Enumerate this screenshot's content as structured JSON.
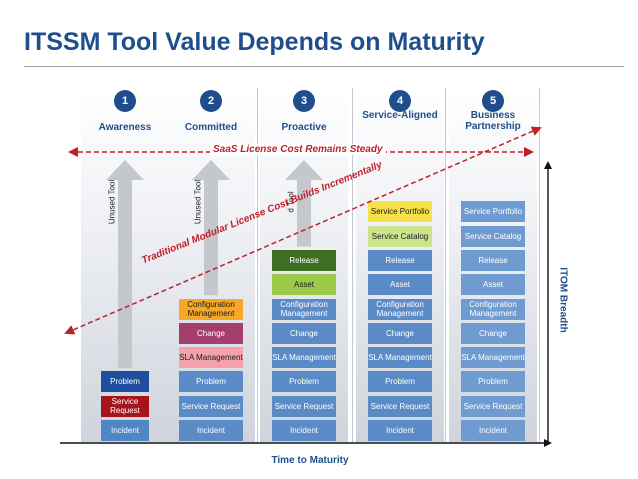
{
  "title": "ITSSM Tool Value Depends on Maturity",
  "stages": [
    {
      "number": "1",
      "label": "Awareness",
      "unused": "Unused Tool",
      "boxes": [
        {
          "label": "Problem",
          "color": "#1f4e9e",
          "text": "#ffffff"
        },
        {
          "label": "Service Request",
          "color": "#a6141b",
          "text": "#ffffff"
        },
        {
          "label": "Incident",
          "color": "#4f86c6",
          "text": "#ffffff"
        }
      ]
    },
    {
      "number": "2",
      "label": "Committed",
      "unused": "Unused Tool",
      "boxes": [
        {
          "label": "Configuration Management",
          "color": "#f6a828",
          "text": "#1a1a1a"
        },
        {
          "label": "Change",
          "color": "#a43e6e",
          "text": "#ffffff"
        },
        {
          "label": "SLA Management",
          "color": "#f3a2ac",
          "text": "#1a1a1a"
        },
        {
          "label": "Problem",
          "color": "#5b8bc7",
          "text": "#ffffff"
        },
        {
          "label": "Service Request",
          "color": "#5b8bc7",
          "text": "#ffffff"
        },
        {
          "label": "Incident",
          "color": "#5b8bc7",
          "text": "#ffffff"
        }
      ]
    },
    {
      "number": "3",
      "label": "Proactive",
      "unused": "d Tool",
      "boxes": [
        {
          "label": "Release",
          "color": "#3d6e22",
          "text": "#ffffff"
        },
        {
          "label": "Asset",
          "color": "#9ccb4b",
          "text": "#1a1a1a"
        },
        {
          "label": "Configuration Management",
          "color": "#5b8bc7",
          "text": "#ffffff"
        },
        {
          "label": "Change",
          "color": "#5b8bc7",
          "text": "#ffffff"
        },
        {
          "label": "SLA Management",
          "color": "#5b8bc7",
          "text": "#ffffff"
        },
        {
          "label": "Problem",
          "color": "#5b8bc7",
          "text": "#ffffff"
        },
        {
          "label": "Service Request",
          "color": "#5b8bc7",
          "text": "#ffffff"
        },
        {
          "label": "Incident",
          "color": "#5b8bc7",
          "text": "#ffffff"
        }
      ]
    },
    {
      "number": "4",
      "label": "Service-Aligned",
      "unused": "",
      "boxes": [
        {
          "label": "Service Portfolio",
          "color": "#f7e14a",
          "text": "#1a1a1a"
        },
        {
          "label": "Service Catalog",
          "color": "#cde48f",
          "text": "#1a1a1a"
        },
        {
          "label": "Release",
          "color": "#5b8bc7",
          "text": "#ffffff"
        },
        {
          "label": "Asset",
          "color": "#5b8bc7",
          "text": "#ffffff"
        },
        {
          "label": "Configuration Management",
          "color": "#5b8bc7",
          "text": "#ffffff"
        },
        {
          "label": "Change",
          "color": "#5b8bc7",
          "text": "#ffffff"
        },
        {
          "label": "SLA Management",
          "color": "#5b8bc7",
          "text": "#ffffff"
        },
        {
          "label": "Problem",
          "color": "#5b8bc7",
          "text": "#ffffff"
        },
        {
          "label": "Service Request",
          "color": "#5b8bc7",
          "text": "#ffffff"
        },
        {
          "label": "Incident",
          "color": "#5b8bc7",
          "text": "#ffffff"
        }
      ]
    },
    {
      "number": "5",
      "label": "Business Partnership",
      "unused": "",
      "boxes": [
        {
          "label": "Service Portfolio",
          "color": "#6f9bd1",
          "text": "#ffffff"
        },
        {
          "label": "Service Catalog",
          "color": "#6f9bd1",
          "text": "#ffffff"
        },
        {
          "label": "Release",
          "color": "#6f9bd1",
          "text": "#ffffff"
        },
        {
          "label": "Asset",
          "color": "#6f9bd1",
          "text": "#ffffff"
        },
        {
          "label": "Configuration Management",
          "color": "#6f9bd1",
          "text": "#ffffff"
        },
        {
          "label": "Change",
          "color": "#6f9bd1",
          "text": "#ffffff"
        },
        {
          "label": "SLA Management",
          "color": "#6f9bd1",
          "text": "#ffffff"
        },
        {
          "label": "Problem",
          "color": "#6f9bd1",
          "text": "#ffffff"
        },
        {
          "label": "Service Request",
          "color": "#6f9bd1",
          "text": "#ffffff"
        },
        {
          "label": "Incident",
          "color": "#6f9bd1",
          "text": "#ffffff"
        }
      ]
    }
  ],
  "saas_label": "SaaS License Cost Remains Steady",
  "modular_label": "Traditional Modular License Cost Builds Incrementally",
  "x_axis_label": "Time to Maturity",
  "y_axis_label": "ITOM Breadth",
  "colors": {
    "title": "#1f4e8c",
    "accent": "#c0202a",
    "axis": "#111111",
    "arrow": "#c4c7cc"
  }
}
